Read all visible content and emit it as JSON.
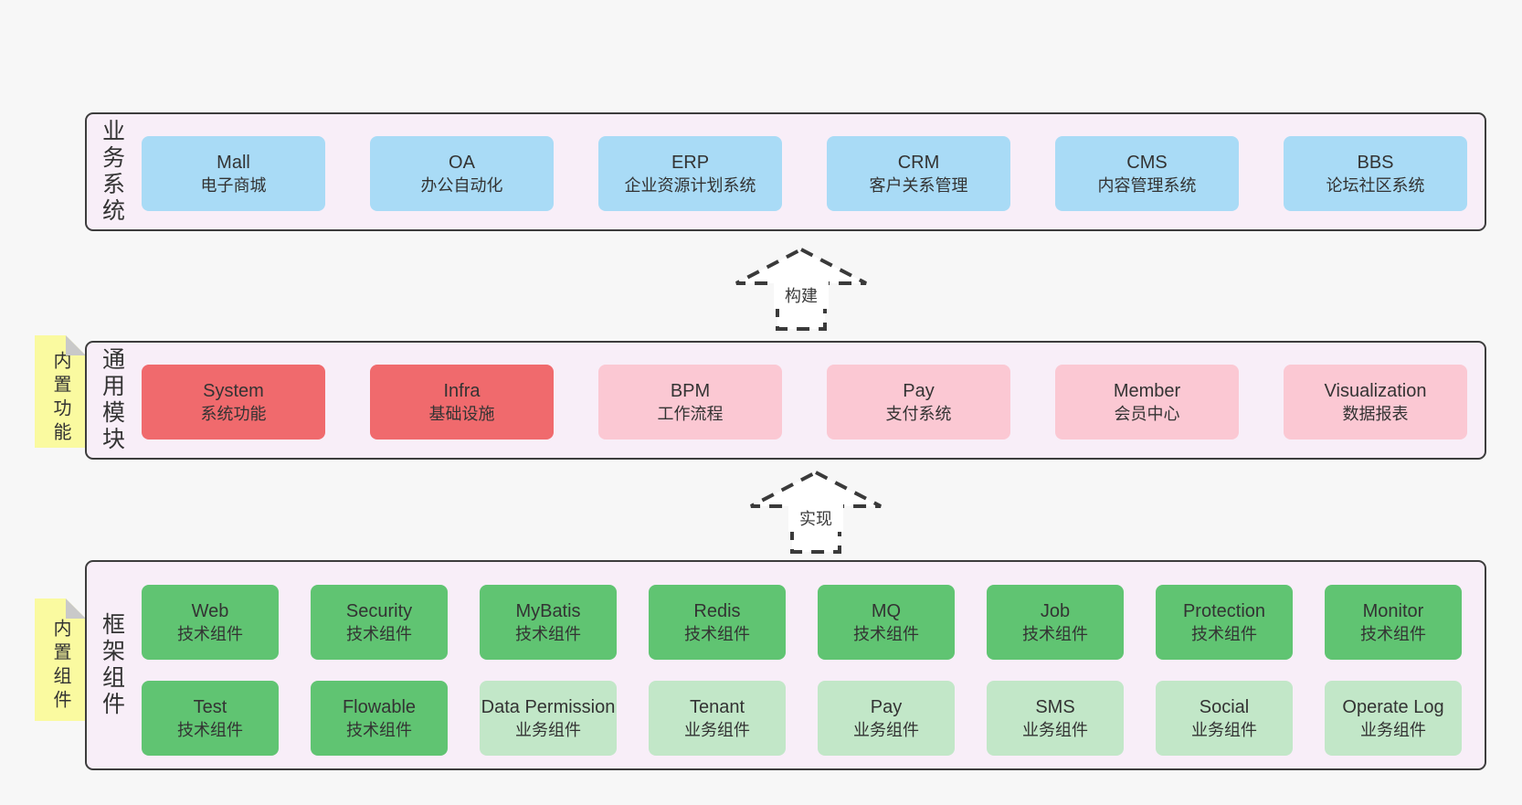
{
  "colors": {
    "page_bg": "#f7f7f7",
    "container_bg": "#f8eef8",
    "container_border": "#3d3d3d",
    "blue_box": "#a9dbf6",
    "red_box": "#f06a6d",
    "pink_box": "#fbc8d3",
    "green_box": "#60c472",
    "green_light_box": "#c2e7c8",
    "sticky_note": "#fafaa0",
    "fold_corner": "#c9c9c9",
    "text": "#333333"
  },
  "sections": {
    "business": {
      "label": "业务系统",
      "boxes": [
        {
          "name": "Mall",
          "subtitle": "电子商城",
          "variant": "blue"
        },
        {
          "name": "OA",
          "subtitle": "办公自动化",
          "variant": "blue"
        },
        {
          "name": "ERP",
          "subtitle": "企业资源计划系统",
          "variant": "blue"
        },
        {
          "name": "CRM",
          "subtitle": "客户关系管理",
          "variant": "blue"
        },
        {
          "name": "CMS",
          "subtitle": "内容管理系统",
          "variant": "blue"
        },
        {
          "name": "BBS",
          "subtitle": "论坛社区系统",
          "variant": "blue"
        }
      ]
    },
    "modules": {
      "label": "通用模块",
      "note": "内置功能",
      "boxes": [
        {
          "name": "System",
          "subtitle": "系统功能",
          "variant": "red"
        },
        {
          "name": "Infra",
          "subtitle": "基础设施",
          "variant": "red"
        },
        {
          "name": "BPM",
          "subtitle": "工作流程",
          "variant": "pink"
        },
        {
          "name": "Pay",
          "subtitle": "支付系统",
          "variant": "pink"
        },
        {
          "name": "Member",
          "subtitle": "会员中心",
          "variant": "pink"
        },
        {
          "name": "Visualization",
          "subtitle": "数据报表",
          "variant": "pink"
        }
      ]
    },
    "framework": {
      "label": "框架组件",
      "note": "内置组件",
      "row1": [
        {
          "name": "Web",
          "subtitle": "技术组件",
          "variant": "green"
        },
        {
          "name": "Security",
          "subtitle": "技术组件",
          "variant": "green"
        },
        {
          "name": "MyBatis",
          "subtitle": "技术组件",
          "variant": "green"
        },
        {
          "name": "Redis",
          "subtitle": "技术组件",
          "variant": "green"
        },
        {
          "name": "MQ",
          "subtitle": "技术组件",
          "variant": "green"
        },
        {
          "name": "Job",
          "subtitle": "技术组件",
          "variant": "green"
        },
        {
          "name": "Protection",
          "subtitle": "技术组件",
          "variant": "green"
        },
        {
          "name": "Monitor",
          "subtitle": "技术组件",
          "variant": "green"
        }
      ],
      "row2": [
        {
          "name": "Test",
          "subtitle": "技术组件",
          "variant": "green"
        },
        {
          "name": "Flowable",
          "subtitle": "技术组件",
          "variant": "green"
        },
        {
          "name": "Data Permission",
          "subtitle": "业务组件",
          "variant": "green-light"
        },
        {
          "name": "Tenant",
          "subtitle": "业务组件",
          "variant": "green-light"
        },
        {
          "name": "Pay",
          "subtitle": "业务组件",
          "variant": "green-light"
        },
        {
          "name": "SMS",
          "subtitle": "业务组件",
          "variant": "green-light"
        },
        {
          "name": "Social",
          "subtitle": "业务组件",
          "variant": "green-light"
        },
        {
          "name": "Operate Log",
          "subtitle": "业务组件",
          "variant": "green-light"
        }
      ]
    }
  },
  "arrows": {
    "build": "构建",
    "implement": "实现"
  }
}
